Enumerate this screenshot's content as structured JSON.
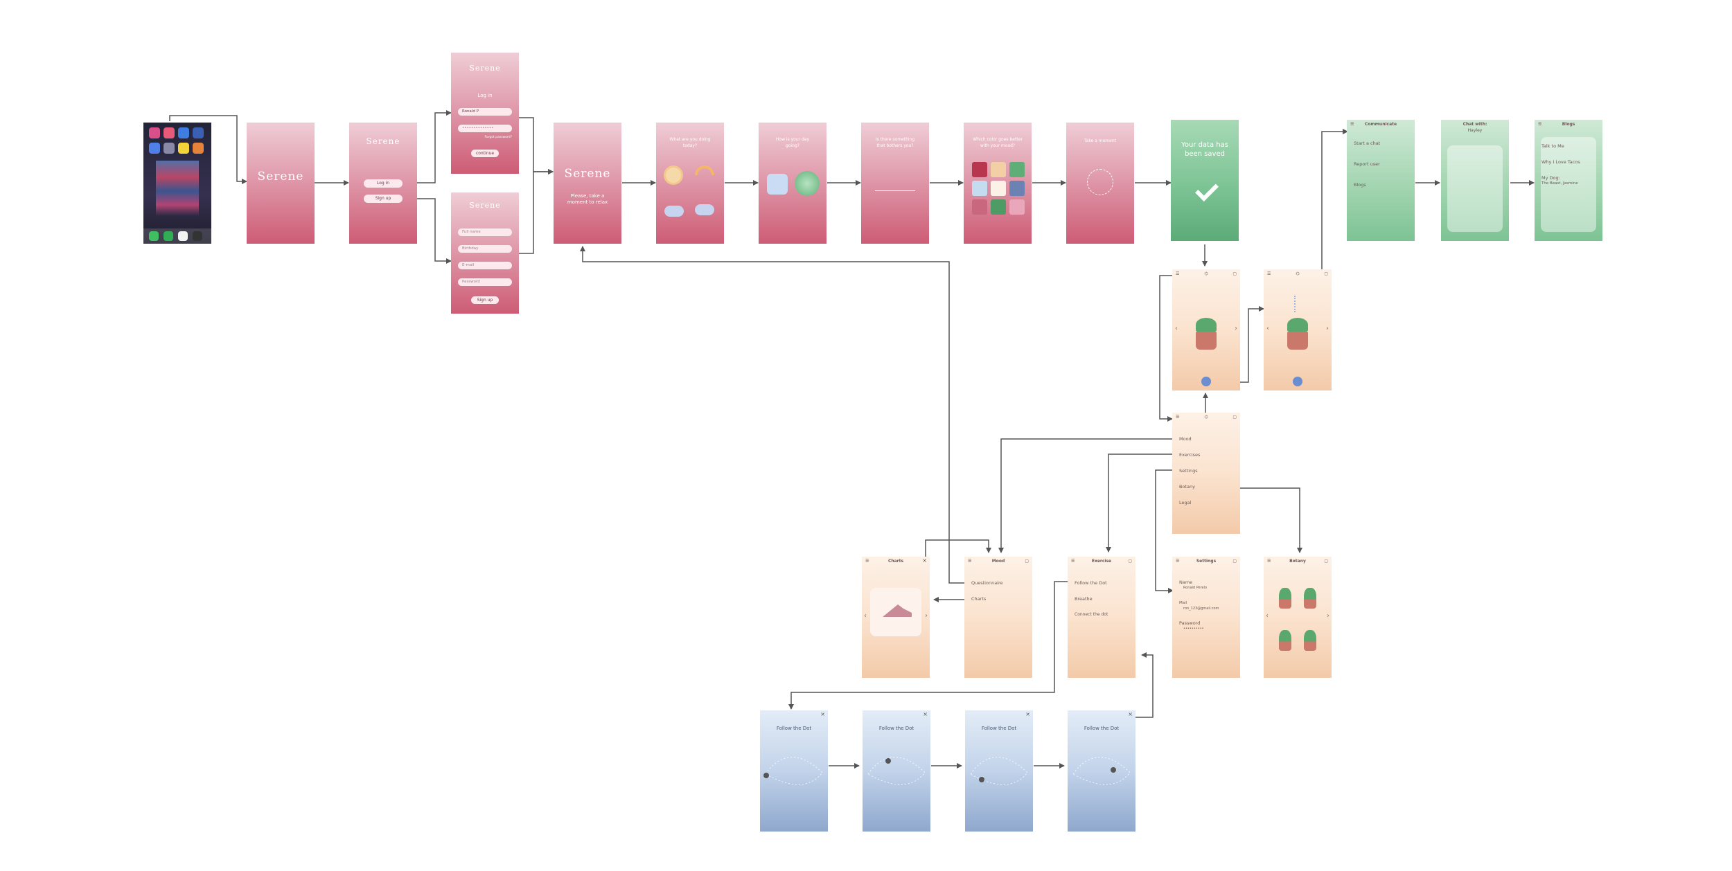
{
  "brand": {
    "name": "Serene"
  },
  "colors": {
    "onboarding": "#e09bac",
    "app_main": "#fbe3cf",
    "community": "#7dc495",
    "exercise": "#c2d3ea",
    "connector": "#555555"
  },
  "phone_home": {
    "dock_icons": [
      "phone-icon",
      "whatsapp-icon",
      "music-icon",
      "camera-icon"
    ]
  },
  "splash": {
    "logo": "Serene"
  },
  "auth_choice": {
    "logo": "Serene",
    "login_button": "Log in",
    "signup_button": "Sign up"
  },
  "login": {
    "logo": "Serene",
    "title": "Log in",
    "username_value": "Ronald P",
    "password_value": "••••••••••••••",
    "forgot_link": "Forgot password?",
    "continue_button": "continue"
  },
  "signup": {
    "logo": "Serene",
    "fields": [
      "Full name",
      "Birthday",
      "E-mail",
      "Password"
    ],
    "signup_button": "Sign up"
  },
  "welcome": {
    "logo": "Serene",
    "message": "Please, take a moment to relax"
  },
  "mood_question": {
    "title": "What are you doing today?"
  },
  "day_question": {
    "title": "How is your day going?"
  },
  "bothers_question": {
    "title": "Is there something that bothers you?"
  },
  "color_question": {
    "title": "Which color goes better with your mood?"
  },
  "breathe": {
    "title": "Take a moment"
  },
  "saved": {
    "message": "Your data has been saved"
  },
  "communicate": {
    "title": "Communicate",
    "items": [
      "Start a chat",
      "Report user",
      "Blogs"
    ]
  },
  "chat": {
    "title": "Chat with:",
    "name": "Hayley"
  },
  "blogs": {
    "title": "Blogs",
    "items": [
      "Talk to Me",
      "Why I Love Tacos",
      "My Dog:",
      "The Beast, Jasmine"
    ]
  },
  "menu": {
    "items": [
      "Mood",
      "Exercises",
      "Settings",
      "Botany",
      "Legal"
    ]
  },
  "charts": {
    "title": "Charts"
  },
  "mood": {
    "title": "Mood",
    "items": [
      "Questionnaire",
      "Charts"
    ]
  },
  "exercise": {
    "title": "Exercise",
    "items": [
      "Follow the Dot",
      "Breathe",
      "Connect the dot"
    ]
  },
  "settings": {
    "title": "Settings",
    "name_label": "Name",
    "name_value": "Ronald Perelo",
    "mail_label": "Mail",
    "mail_value": "ron_123@gmail.com",
    "password_label": "Password",
    "password_value": "••••••••••"
  },
  "botany": {
    "title": "Botany"
  },
  "follow_dot": {
    "title": "Follow the Dot"
  }
}
